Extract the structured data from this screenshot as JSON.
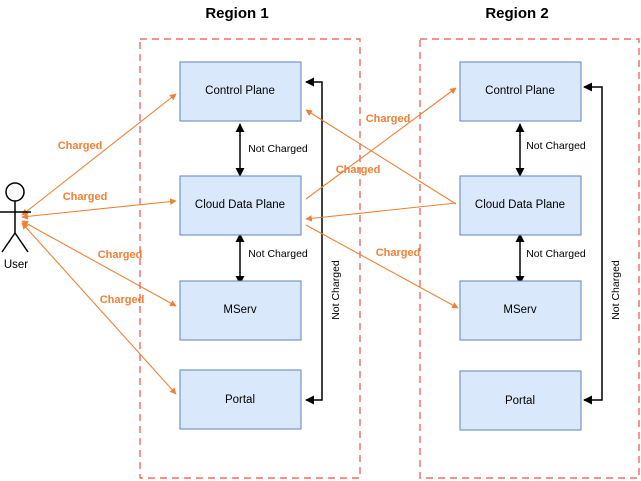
{
  "diagram": {
    "title_hidden": "",
    "regions": [
      {
        "id": "region-1",
        "label": "Region 1"
      },
      {
        "id": "region-2",
        "label": "Region 2"
      }
    ],
    "actor": {
      "label": "User",
      "icon": "stick-figure-actor-icon"
    },
    "nodes": {
      "r1": [
        {
          "id": "r1-control-plane",
          "label": "Control Plane"
        },
        {
          "id": "r1-cloud-data-plane",
          "label": "Cloud Data Plane"
        },
        {
          "id": "r1-mserv",
          "label": "MServ"
        },
        {
          "id": "r1-portal",
          "label": "Portal"
        }
      ],
      "r2": [
        {
          "id": "r2-control-plane",
          "label": "Control Plane"
        },
        {
          "id": "r2-cloud-data-plane",
          "label": "Cloud Data Plane"
        },
        {
          "id": "r2-mserv",
          "label": "MServ"
        },
        {
          "id": "r2-portal",
          "label": "Portal"
        }
      ]
    },
    "labels": {
      "charged": "Charged",
      "not_charged": "Not Charged"
    },
    "edge_labels": {
      "user_to_r1_control_plane": "Charged",
      "user_to_r1_cloud_data_plane": "Charged",
      "user_to_r1_mserv": "Charged",
      "user_to_r1_portal": "Charged",
      "r1_to_r2_control_plane": "Charged",
      "r2_to_r1_cloud_data_plane": "Charged",
      "r1_to_r2_mserv": "Charged",
      "r1_cp_to_cdp": "Not Charged",
      "r1_cdp_to_mserv": "Not Charged",
      "r1_cp_to_portal": "Not Charged",
      "r2_cp_to_cdp": "Not Charged",
      "r2_cdp_to_mserv": "Not Charged",
      "r2_cp_to_portal": "Not Charged"
    },
    "colors": {
      "node_fill": "#dae8fc",
      "node_stroke": "#6c8ebf",
      "region_border": "#e8544a",
      "charged_arrow": "#f08036",
      "not_charged_arrow": "#000000",
      "background": "#ffffff"
    }
  }
}
